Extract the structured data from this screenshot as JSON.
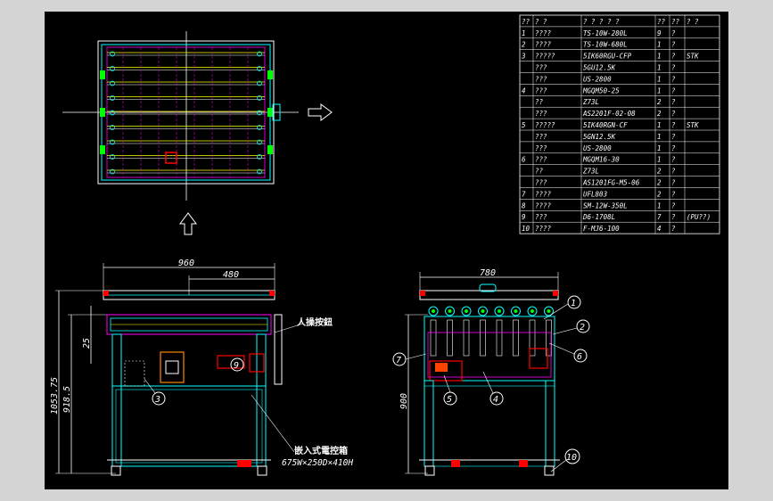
{
  "colors": {
    "background": "#000000",
    "frame": "#d4d4d4",
    "line_white": "#ffffff",
    "line_cyan": "#00ffff",
    "line_magenta": "#ff00ff",
    "line_yellow": "#ffff00",
    "line_red": "#ff0000",
    "line_green": "#00ff00",
    "line_blue": "#4040ff"
  },
  "bom": {
    "header": [
      "??",
      "?    ?",
      "?  ?  ?  ?  ?",
      "??",
      "??",
      "?    ?"
    ],
    "rows": [
      {
        "no": "1",
        "name": "????",
        "model": "TS-10W-280L",
        "qty": "9",
        "mat": "?",
        "note": ""
      },
      {
        "no": "2",
        "name": "????",
        "model": "TS-10W-680L",
        "qty": "1",
        "mat": "?",
        "note": ""
      },
      {
        "no": "3",
        "name": "?????",
        "model": "5IK60RGU-CFP",
        "qty": "1",
        "mat": "?",
        "note": "STK"
      },
      {
        "no": "",
        "name": "???",
        "model": "5GU12.5K",
        "qty": "1",
        "mat": "?",
        "note": ""
      },
      {
        "no": "",
        "name": "???",
        "model": "US-2800",
        "qty": "1",
        "mat": "?",
        "note": ""
      },
      {
        "no": "4",
        "name": "???",
        "model": "MGQM50-25",
        "qty": "1",
        "mat": "?",
        "note": ""
      },
      {
        "no": "",
        "name": "??",
        "model": "Z73L",
        "qty": "2",
        "mat": "?",
        "note": ""
      },
      {
        "no": "",
        "name": "???",
        "model": "AS2201F-02-08",
        "qty": "2",
        "mat": "?",
        "note": ""
      },
      {
        "no": "5",
        "name": "?????",
        "model": "5IK40RGN-CF",
        "qty": "1",
        "mat": "?",
        "note": "STK"
      },
      {
        "no": "",
        "name": "???",
        "model": "5GN12.5K",
        "qty": "1",
        "mat": "?",
        "note": ""
      },
      {
        "no": "",
        "name": "???",
        "model": "US-2800",
        "qty": "1",
        "mat": "?",
        "note": ""
      },
      {
        "no": "6",
        "name": "???",
        "model": "MGQM16-30",
        "qty": "1",
        "mat": "?",
        "note": ""
      },
      {
        "no": "",
        "name": "??",
        "model": "Z73L",
        "qty": "2",
        "mat": "?",
        "note": ""
      },
      {
        "no": "",
        "name": "???",
        "model": "AS1201FG-M5-06",
        "qty": "2",
        "mat": "?",
        "note": ""
      },
      {
        "no": "7",
        "name": "????",
        "model": "UFL803",
        "qty": "2",
        "mat": "?",
        "note": ""
      },
      {
        "no": "8",
        "name": "????",
        "model": "SM-12W-350L",
        "qty": "1",
        "mat": "?",
        "note": ""
      },
      {
        "no": "9",
        "name": "???",
        "model": "D6-1708L",
        "qty": "7",
        "mat": "?",
        "note": "(PU??)"
      },
      {
        "no": "10",
        "name": "????",
        "model": "F-MJ6-100",
        "qty": "4",
        "mat": "?",
        "note": ""
      }
    ]
  },
  "dimensions": {
    "front_width": "960",
    "front_inner": "480",
    "side_width": "780",
    "total_height": "1053.75",
    "frame_height": "918.5",
    "top_offset": "25",
    "side_height": "900"
  },
  "notes": {
    "manual_button": "人操按鈕",
    "control_box": "嵌入式電控箱",
    "control_box_size": "675W×250D×410H"
  },
  "balloons": {
    "front_3": "3",
    "front_9": "9",
    "side_1": "1",
    "side_2": "2",
    "side_4": "4",
    "side_5": "5",
    "side_6": "6",
    "side_7": "7",
    "side_10": "10"
  }
}
